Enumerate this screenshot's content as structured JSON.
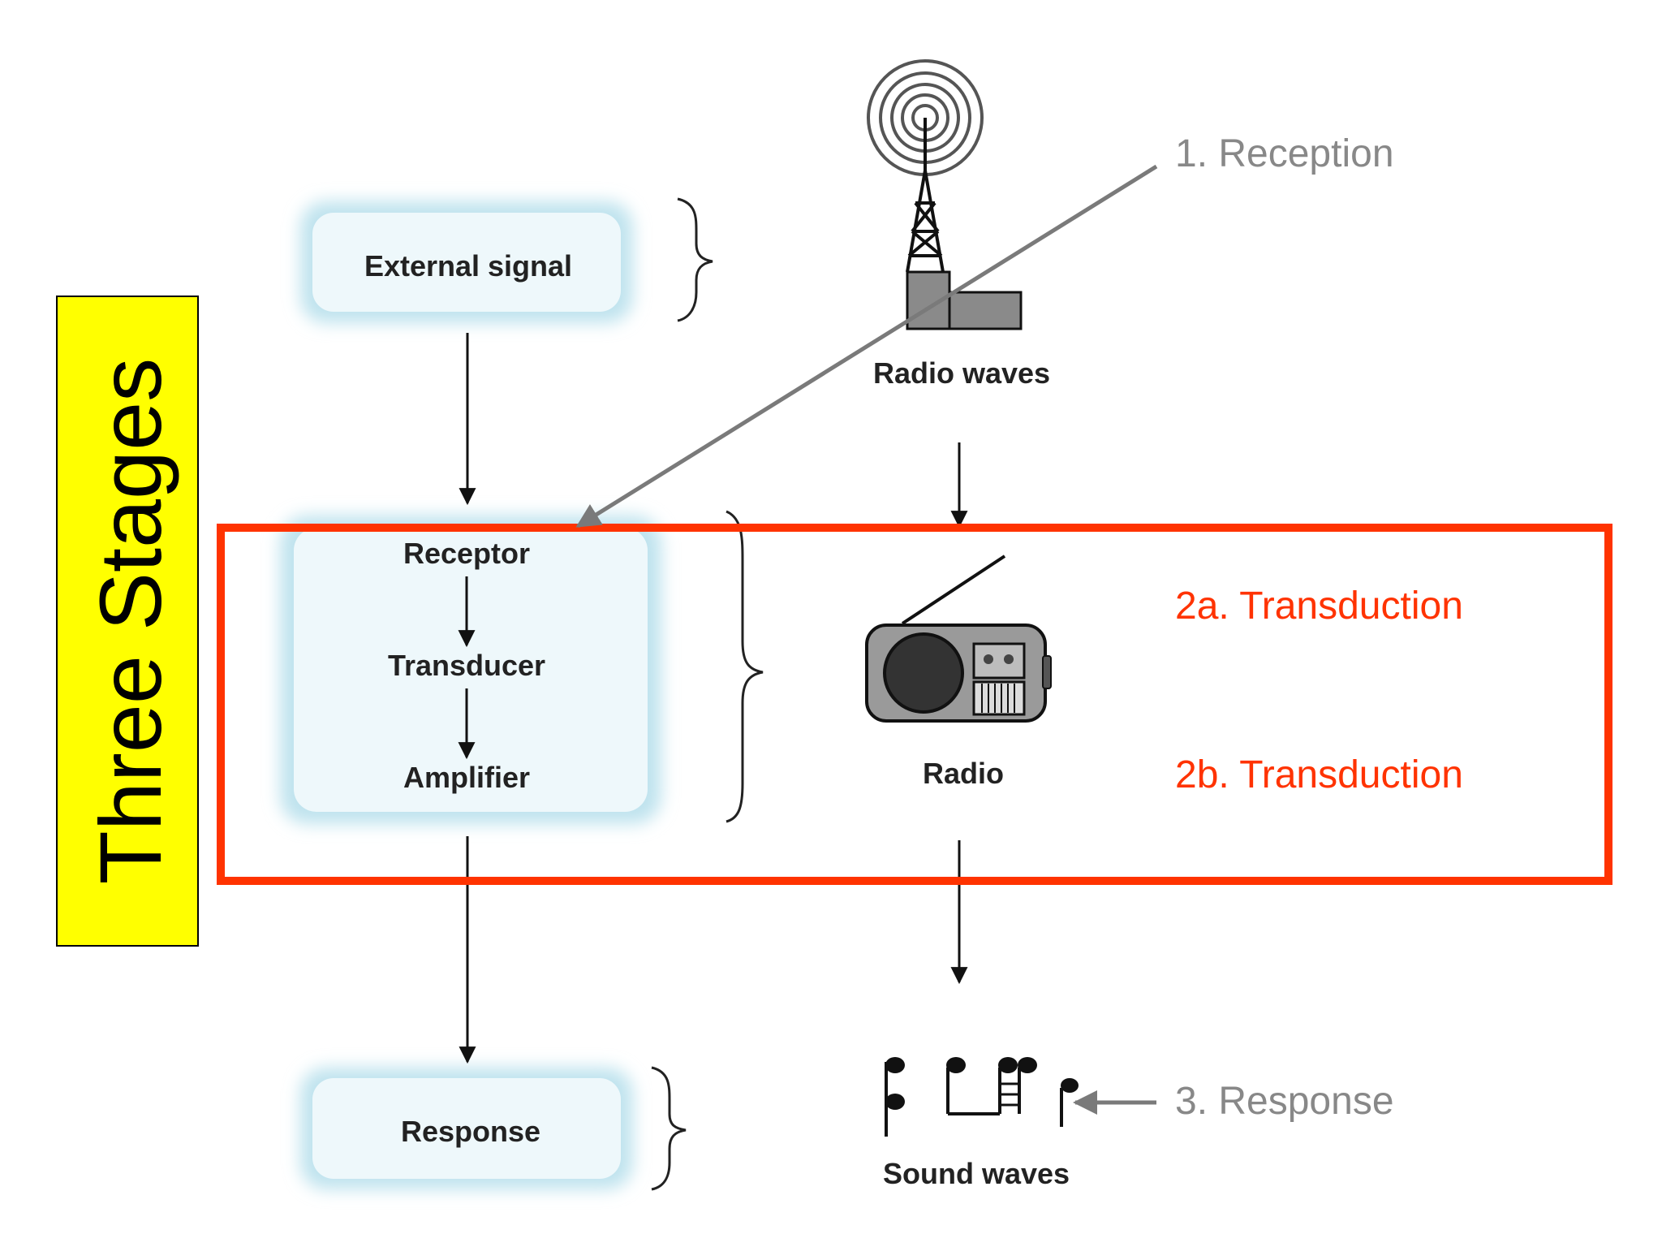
{
  "side_label": "Three Stages",
  "left_column": {
    "external_signal": "External signal",
    "receptor": "Receptor",
    "transducer": "Transducer",
    "amplifier": "Amplifier",
    "response": "Response"
  },
  "right_column": {
    "radio_waves": "Radio waves",
    "radio": "Radio",
    "sound_waves": "Sound waves"
  },
  "callouts": {
    "reception": "1. Reception",
    "transduction_a": "2a. Transduction",
    "transduction_b": "2b. Transduction",
    "response": "3. Response"
  },
  "icons": [
    "radio-tower-icon",
    "radio-icon",
    "music-notes-icon"
  ],
  "colors": {
    "highlight_box": "#ff3300",
    "side_label_bg": "#ffff00",
    "node_fill": "#d8eef4",
    "callout_gray": "#888888",
    "callout_red": "#ff3300"
  }
}
